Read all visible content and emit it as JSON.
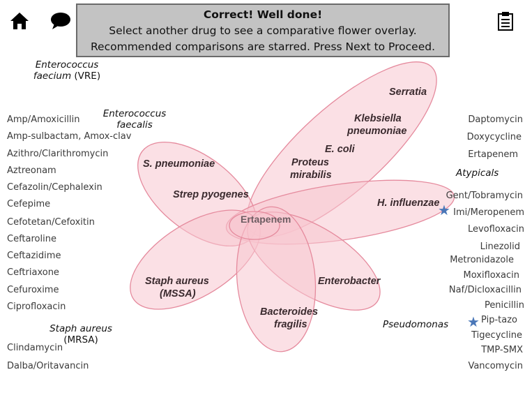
{
  "banner": {
    "line1": "Correct!  Well done!",
    "line2": "Select another drug to see a comparative flower overlay.",
    "line3": "Recommended comparisons are starred.  Press Next to Proceed."
  },
  "nav": {
    "home_icon": "home-icon",
    "chat_icon": "speech-bubble-icon",
    "notes_icon": "clipboard-icon"
  },
  "organisms": {
    "vre_line1": "Enterococcus",
    "vre_line2_italic": "faecium",
    "vre_line2_rest": " (VRE)",
    "faecalis_line1": "Enterococcus",
    "faecalis_line2": "faecalis",
    "mrsa_line1": "Staph aureus",
    "mrsa_line2": "(MRSA)",
    "atypicals": "Atypicals",
    "pseudomonas": "Pseudomonas"
  },
  "flower": {
    "center": "Ertapenem",
    "petal_color": "#f7c6d0",
    "petal_stroke": "#e58a9d",
    "labels": {
      "serratia": "Serratia",
      "klebsiella_1": "Klebsiella",
      "klebsiella_2": "pneumoniae",
      "ecoli": "E. coli",
      "proteus_1": "Proteus",
      "proteus_2": "mirabilis",
      "spneumo": "S. pneumoniae",
      "strep": "Strep pyogenes",
      "hinflu": "H. influenzae",
      "mssa_1": "Staph aureus",
      "mssa_2": "(MSSA)",
      "entero": "Enterobacter",
      "bacteroides_1": "Bacteroides",
      "bacteroides_2": "fragilis"
    }
  },
  "left_drugs": [
    "Amp/Amoxicillin",
    "Amp-sulbactam, Amox-clav",
    "Azithro/Clarithromycin",
    "Aztreonam",
    "Cefazolin/Cephalexin",
    "Cefepime",
    "Cefotetan/Cefoxitin",
    "Ceftaroline",
    "Ceftazidime",
    "Ceftriaxone",
    "Cefuroxime",
    "Ciprofloxacin",
    "Clindamycin",
    "Dalba/Oritavancin"
  ],
  "right_drugs": [
    "Daptomycin",
    "Doxycycline",
    "Ertapenem",
    "Gent/Tobramycin",
    "Imi/Meropenem",
    "Levofloxacin",
    "Linezolid",
    "Metronidazole",
    "Moxifloxacin",
    "Naf/Dicloxacillin",
    "Penicillin",
    "Pip-tazo",
    "Tigecycline",
    "TMP-SMX",
    "Vancomycin"
  ],
  "stars": {
    "glyph": "★",
    "color": "#4a77b8"
  }
}
